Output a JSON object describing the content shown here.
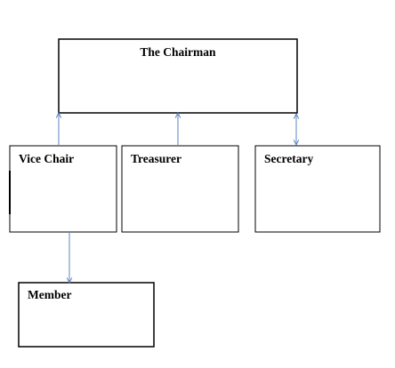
{
  "colors": {
    "box_border": "#000000",
    "connector": "#5b86bf",
    "background": "#ffffff"
  },
  "boxes": {
    "chairman": {
      "label": "The Chairman"
    },
    "vice_chair": {
      "label": "Vice Chair"
    },
    "treasurer": {
      "label": "Treasurer"
    },
    "secretary": {
      "label": "Secretary"
    },
    "member": {
      "label": "Member"
    }
  }
}
